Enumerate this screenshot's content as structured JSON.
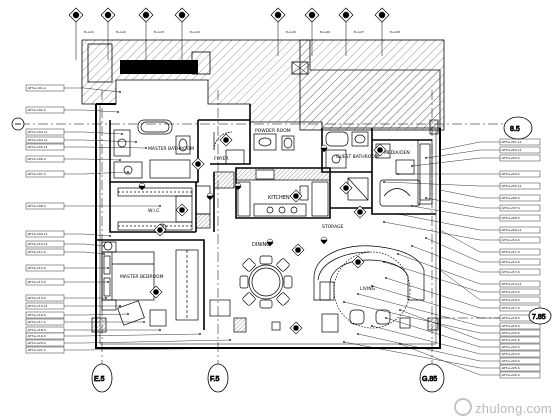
{
  "rooms": {
    "master_bathroom": "MASTER BATHROOM",
    "powder_room": "POWDER ROOM",
    "foyer": "FOYER",
    "guest_bathroom": "GUEST BATHROOM",
    "media_den": "MEDIA/DEN",
    "wic": "W.I.C.",
    "kitchen": "KITCHEN",
    "storage": "STORAGE",
    "dining": "DINING",
    "master_bedroom": "MASTER BEDROOM",
    "living": "LIVING"
  },
  "grid_marks": {
    "top_right": "8.5",
    "bottom": [
      "E.5",
      "F.5",
      "G.85"
    ],
    "right_mid": "7.85"
  },
  "top_callouts": [
    "EL-A-01",
    "EL-A-02",
    "EL-A-03",
    "EL-A-04",
    "EL-A-05",
    "EL-A-06",
    "EL-A-07",
    "EL-A-08"
  ],
  "left_tags": [
    "APT-A-101-A",
    "APT-A-102-S",
    "APT-A-103-L1",
    "APT-A-104-L1",
    "APT-A-105-L2",
    "APT-A-106-S",
    "APT-A-107-C",
    "APT-A-108-C",
    "APT-A-109-L1",
    "APT-A-110-L1",
    "APT-A-111-S",
    "APT-A-112-S",
    "APT-A-113-S",
    "APT-A-114-S",
    "APT-A-115-L2",
    "APT-A-116-S",
    "APT-A-117-S",
    "APT-A-118-S",
    "APT-A-119-S",
    "APT-A-120-S",
    "APT-A-121-S"
  ],
  "right_tags": [
    "APT-A-201-L1",
    "APT-A-202-L1",
    "APT-A-203-C",
    "APT-A-204-C",
    "APT-A-205-L1",
    "APT-A-206-S",
    "APT-A-207-S",
    "APT-A-208-S",
    "APT-A-209-L1",
    "APT-A-210-S",
    "APT-A-211-S",
    "APT-A-212-S",
    "APT-A-213-S",
    "APT-A-214-L1",
    "APT-A-215-S",
    "APT-A-216-S",
    "APT-A-217-S",
    "APT-A-218-S",
    "APT-A-219-S",
    "APT-A-220-S",
    "APT-A-221-S",
    "APT-A-222-S",
    "APT-A-223-S",
    "APT-A-224-S",
    "APT-A-225-S",
    "APT-A-226-S"
  ],
  "watermark": "zhulong.com",
  "colors": {
    "line": "#000000",
    "hatch": "#555555",
    "watermark": "#b9b9b9"
  }
}
